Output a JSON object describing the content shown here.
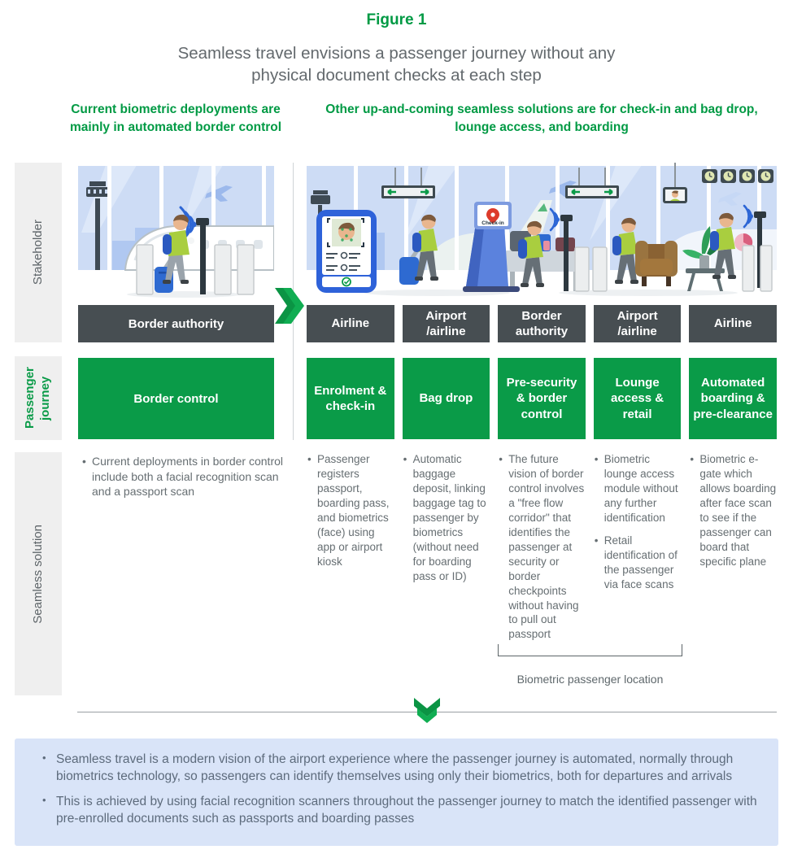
{
  "figure": {
    "label": "Figure 1",
    "title": "Seamless travel envisions a passenger journey without any physical document checks at each step"
  },
  "section_headers": {
    "left": "Current biometric deployments are mainly in automated border control",
    "right": "Other up-and-coming seamless solutions are for check-in and bag drop, lounge access, and boarding"
  },
  "row_labels": {
    "stakeholder": "Stakeholder",
    "journey": "Passenger journey",
    "solution": "Seamless solution"
  },
  "left_column": {
    "stakeholder": "Border authority",
    "journey": "Border control",
    "bullets": [
      "Current deployments in border control include both a facial recognition scan and a passport scan"
    ]
  },
  "right_columns": [
    {
      "stakeholder": "Airline",
      "journey": "Enrolment & check-in",
      "bullets": [
        "Passenger registers passport, boarding pass, and biometrics (face) using app or airport kiosk"
      ]
    },
    {
      "stakeholder": "Airport /airline",
      "journey": "Bag drop",
      "bullets": [
        "Automatic baggage deposit, linking baggage tag to passenger by biometrics (without need for boarding pass or ID)"
      ]
    },
    {
      "stakeholder": "Border authority",
      "journey": "Pre-security & border control",
      "bullets": [
        "The future vision of border control involves a \"free flow corridor\" that identifies the passenger at security or border checkpoints without having to pull out passport"
      ]
    },
    {
      "stakeholder": "Airport /airline",
      "journey": "Lounge access & retail",
      "bullets": [
        "Biometric lounge access module without any further identification",
        "Retail identification of the passenger via face scans"
      ]
    },
    {
      "stakeholder": "Airline",
      "journey": "Automated boarding & pre-clearance",
      "bullets": [
        "Biometric e-gate which allows boarding after face scan to see if the passenger can board that specific plane"
      ]
    }
  ],
  "bracket_label": "Biometric passenger location",
  "illustrations": {
    "kiosk_label": "Check-in"
  },
  "summary": {
    "bullets": [
      "Seamless travel is a modern vision of the airport experience where the passenger journey is automated, normally through biometrics technology, so passengers can identify themselves using only their biometrics, both for departures and arrivals",
      "This is achieved by using facial recognition scanners throughout the passenger journey to match the identified passenger with pre-enrolled documents such as passports and boarding passes"
    ]
  },
  "colors": {
    "accent_green": "#0a9b48",
    "header_green": "#009a44",
    "dark_box": "#474e52",
    "sidebar_bg": "#efefef",
    "summary_bg": "#d9e4f8",
    "window_blue": "#cddcf5"
  }
}
